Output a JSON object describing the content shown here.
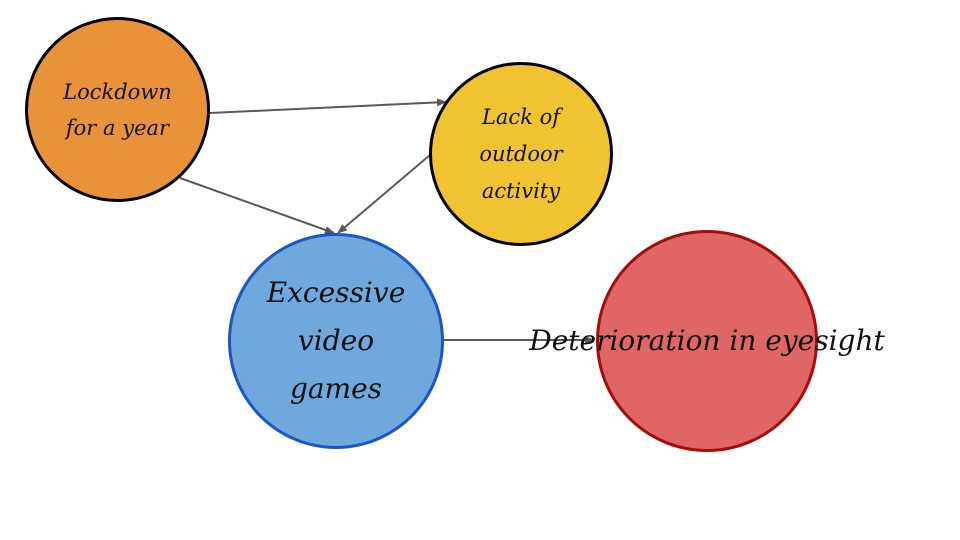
{
  "nodes": {
    "lockdown": {
      "label": "Lockdown\nfor a year",
      "color": "#e8923a",
      "border": "#000000"
    },
    "outdoor": {
      "label": "Lack of\noutdoor\nactivity",
      "color": "#f1c232",
      "border": "#000000"
    },
    "games": {
      "label": "Excessive\nvideo\ngames",
      "color": "#6fa8dc",
      "border": "#1a56c4"
    },
    "eyesight": {
      "label": "Deterioration in\neyesight",
      "color": "#e06666",
      "border": "#a50d0d"
    }
  },
  "edges": [
    {
      "from": "lockdown",
      "to": "outdoor"
    },
    {
      "from": "lockdown",
      "to": "games"
    },
    {
      "from": "outdoor",
      "to": "games"
    },
    {
      "from": "games",
      "to": "eyesight"
    }
  ],
  "edge_color": "#595959"
}
